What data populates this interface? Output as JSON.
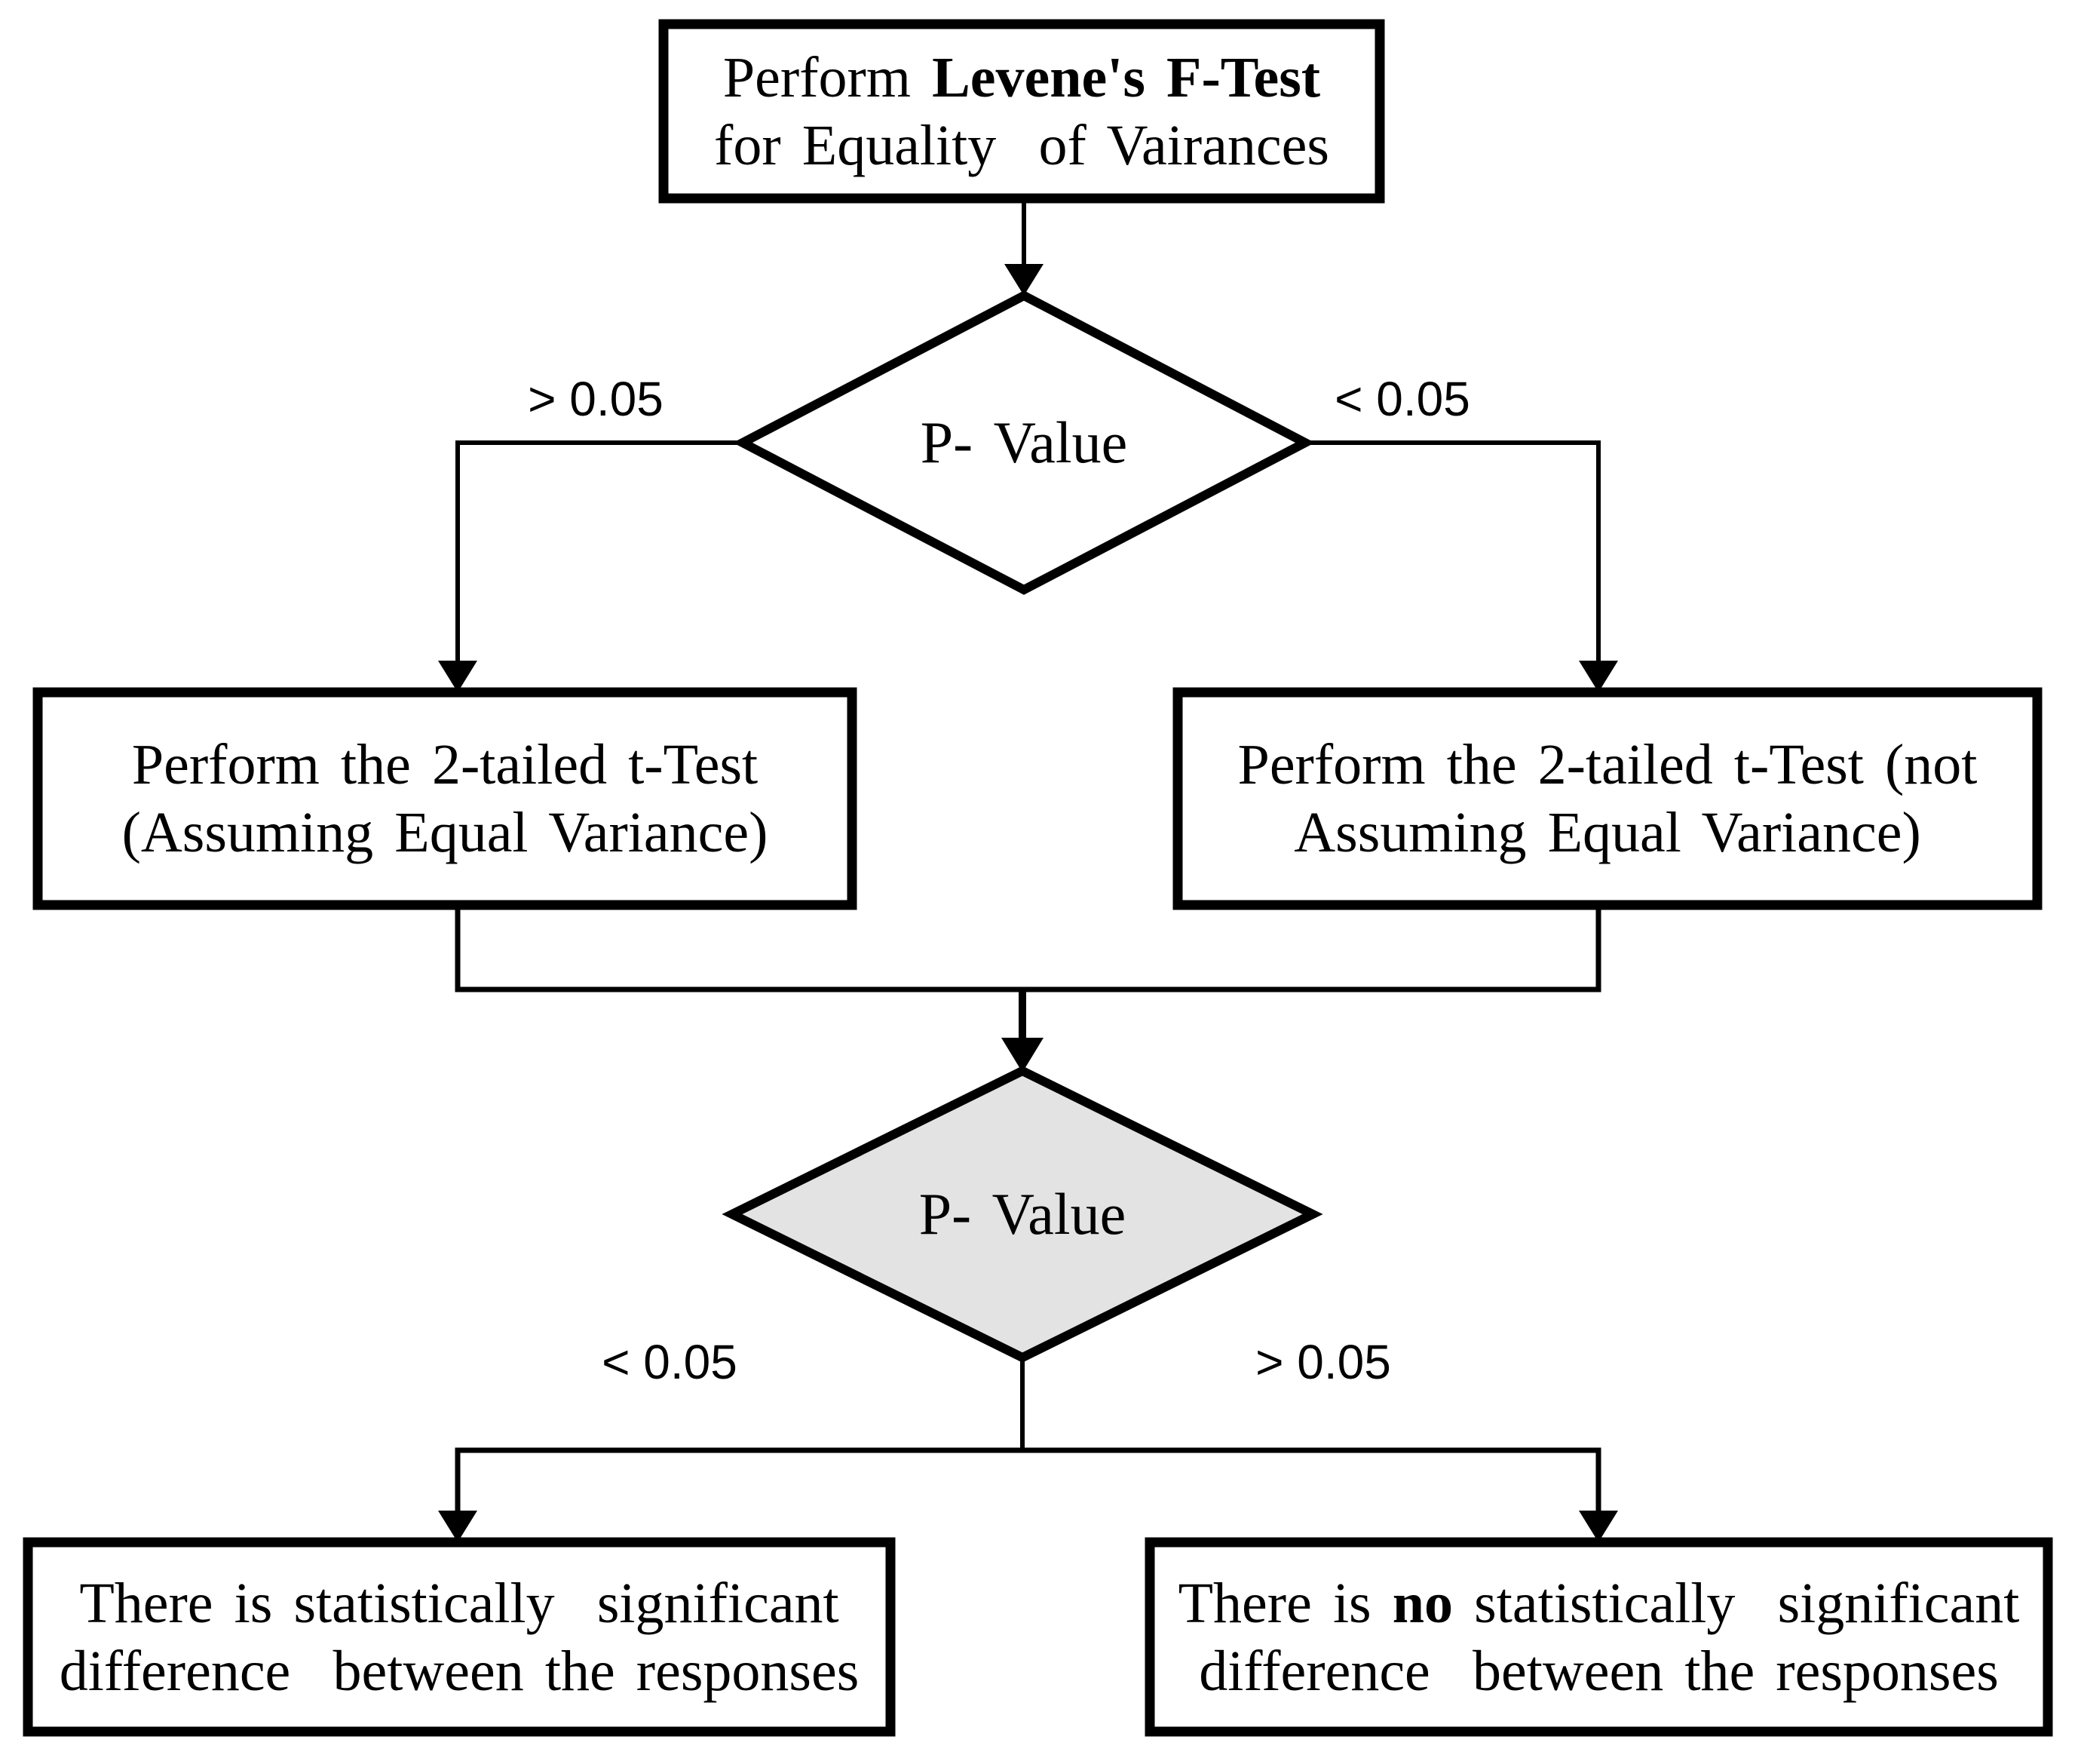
{
  "diagram": {
    "title": "Levene's F-Test decision flowchart",
    "colors": {
      "line": "#000000",
      "text": "#000000",
      "node_fill": "#ffffff",
      "shaded_decision_fill": "#e3e3e3",
      "background": "#ffffff"
    },
    "nodes": {
      "levene_test": {
        "type": "process",
        "line1_normal": "Perform ",
        "line1_bold": "Levene's F-Test",
        "line2": "for Equality  of Vairances"
      },
      "p_value_1": {
        "type": "decision",
        "label": "P- Value"
      },
      "t_test_equal": {
        "type": "process",
        "line1": "Perform the 2-tailed t-Test",
        "line2": "(Assuming Equal Variance)"
      },
      "t_test_unequal": {
        "type": "process",
        "line1": "Perform the 2-tailed t-Test (not",
        "line2": "Assuming Equal Variance)"
      },
      "p_value_2": {
        "type": "decision",
        "label": "P- Value"
      },
      "significant": {
        "type": "terminator",
        "line1": "There is statistically  significant",
        "line2": "difference  between the responses"
      },
      "not_significant": {
        "type": "terminator",
        "line1_prefix": "There is ",
        "line1_bold": "no",
        "line1_suffix": " statistically  significant",
        "line2": "difference  between the responses"
      }
    },
    "edge_labels": {
      "levene_gt": "> 0.05",
      "levene_lt": "< 0.05",
      "ttest_lt": "< 0.05",
      "ttest_gt": "> 0.05"
    }
  }
}
